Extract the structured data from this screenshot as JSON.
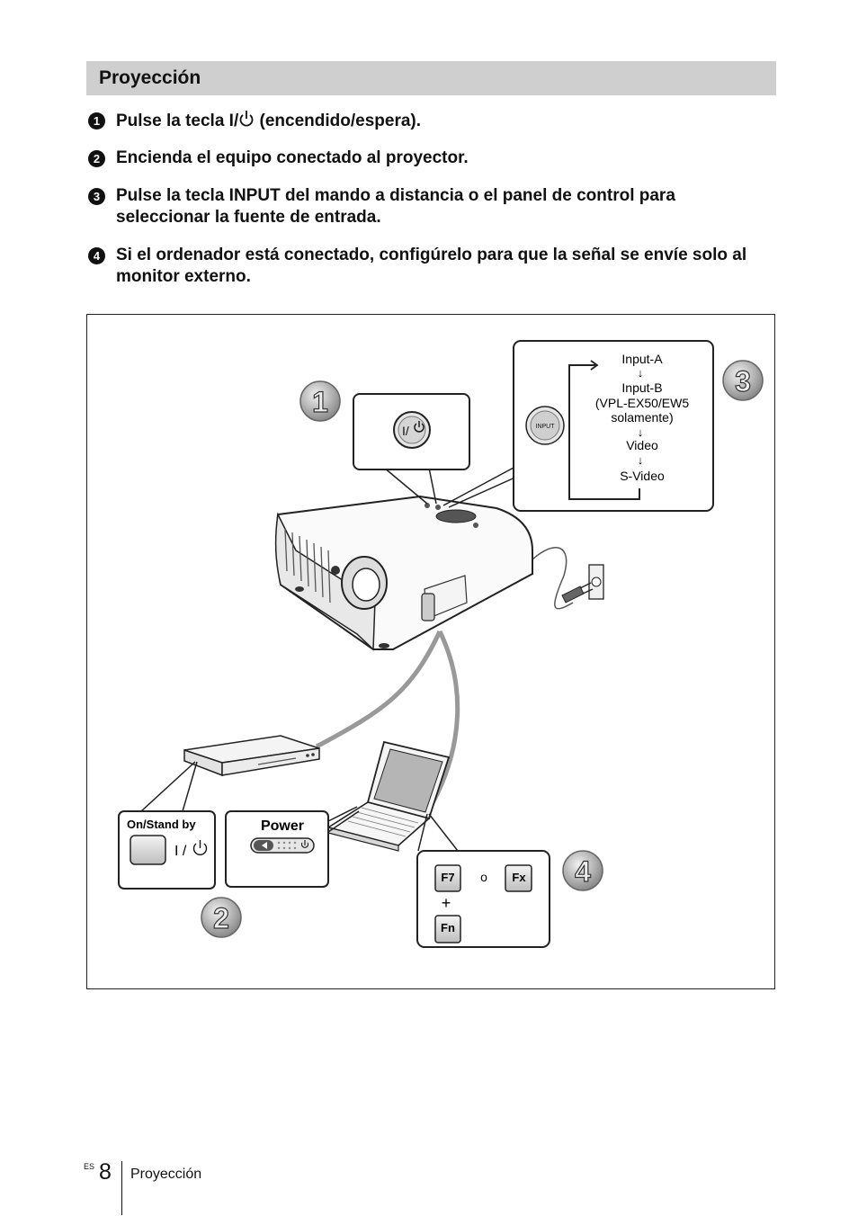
{
  "section": {
    "title": "Proyección"
  },
  "steps": [
    {
      "num": "1",
      "before": "Pulse la tecla I/",
      "after": " (encendido/espera)."
    },
    {
      "num": "2",
      "text": "Encienda el equipo conectado al proyector."
    },
    {
      "num": "3",
      "text": "Pulse la tecla INPUT del mando a distancia o el panel de control para seleccionar la fuente de entrada."
    },
    {
      "num": "4",
      "text": "Si el ordenador está conectado, configúrelo para que la señal se envíe solo al monitor externo."
    }
  ],
  "figure": {
    "badges": [
      "1",
      "2",
      "3",
      "4"
    ],
    "power_button_label": "I/",
    "input_button_label": "INPUT",
    "input_sequence": [
      "Input-A",
      "Input-B",
      "(VPL-EX50/EW5",
      "solamente)",
      "Video",
      "S-Video"
    ],
    "onstandby_label": "On/Stand by",
    "onstandby_symbol": "I /",
    "power_label": "Power",
    "key_f7": "F7",
    "key_or": "o",
    "key_fx": "Fx",
    "key_plus": "+",
    "key_fn": "Fn"
  },
  "footer": {
    "lang": "ES",
    "page": "8",
    "title": "Proyección"
  }
}
